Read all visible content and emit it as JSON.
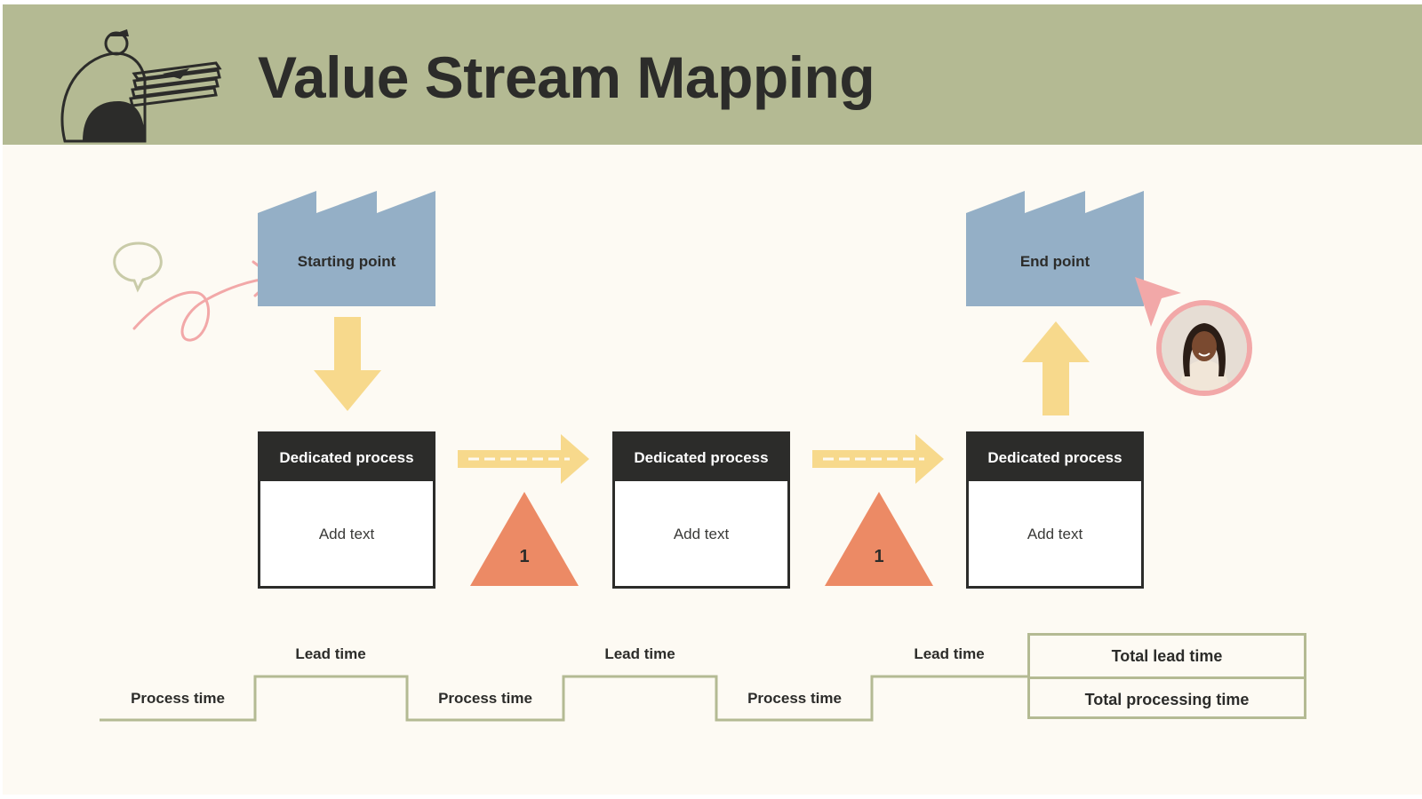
{
  "title": "Value Stream Mapping",
  "colors": {
    "header_bg": "#b4ba93",
    "canvas_bg": "#fdfaf3",
    "factory": "#94afc6",
    "arrow": "#f7d98c",
    "inventory": "#ec8a65",
    "dark": "#2c2c2a",
    "timeline": "#b4ba93",
    "doodle": "#f2a8a8"
  },
  "icons": {
    "mascot": "person-carrying-pizza-boxes-illustration",
    "speech": "speech-bubble-icon",
    "cursor": "pink-pointer-arrow-icon",
    "avatar": "user-avatar-photo"
  },
  "diagram": {
    "start": {
      "label": "Starting point"
    },
    "end": {
      "label": "End point"
    },
    "processes": [
      {
        "header": "Dedicated process",
        "body": "Add text"
      },
      {
        "header": "Dedicated process",
        "body": "Add text"
      },
      {
        "header": "Dedicated process",
        "body": "Add text"
      }
    ],
    "inventories": [
      {
        "label": "1"
      },
      {
        "label": "1"
      }
    ]
  },
  "timeline": {
    "process_times": [
      "Process time",
      "Process time",
      "Process time"
    ],
    "lead_times": [
      "Lead time",
      "Lead time",
      "Lead time"
    ],
    "totals": {
      "lead": "Total lead time",
      "processing": "Total processing time"
    }
  }
}
